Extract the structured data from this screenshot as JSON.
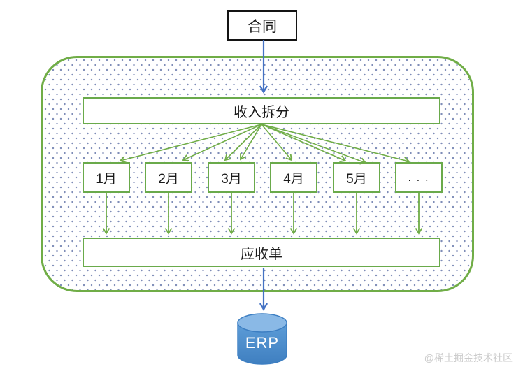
{
  "diagram": {
    "contract_label": "合同",
    "revenue_split_label": "收入拆分",
    "months": [
      "1月",
      "2月",
      "3月",
      "4月",
      "5月",
      ". . ."
    ],
    "receivable_label": "应收单",
    "erp_label": "ERP"
  },
  "watermark": "@稀土掘金技术社区",
  "colors": {
    "connector_green": "#70ad47",
    "connector_blue": "#4472c4",
    "box_border_green": "#6aaa4b",
    "container_dot": "#5e70a5",
    "cylinder_body_top": "#5d9dd8",
    "cylinder_body_bottom": "#3f7fc0",
    "cylinder_top_face": "#8ab9e6",
    "cylinder_outline": "#3c7ec2"
  }
}
